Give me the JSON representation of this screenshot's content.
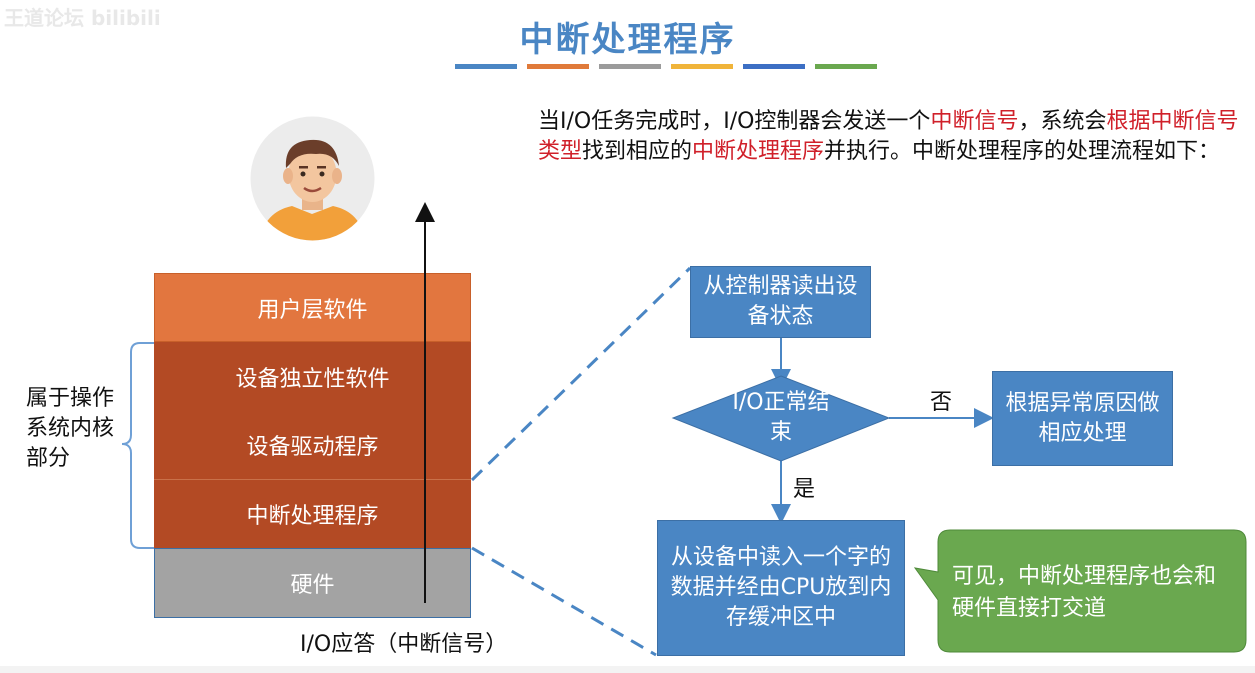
{
  "watermark": "王道论坛 bilibili",
  "title": "中断处理程序",
  "accent_bars": [
    "#4a86c4",
    "#e07a3a",
    "#9b9b9b",
    "#f0b43a",
    "#3c6fc4",
    "#6aa84f"
  ],
  "intro": {
    "p1": "当I/O任务完成时，I/O控制器会发送一个",
    "h1": "中断信号",
    "p2": "，系统会",
    "h2": "根据中断信号类型",
    "p3": "找到相应的",
    "h3": "中断处理程序",
    "p4": "并执行。中断处理程序的处理流程如下："
  },
  "layers": {
    "user": "用户层软件",
    "dev_indep": "设备独立性软件",
    "driver": "设备驱动程序",
    "interrupt": "中断处理程序",
    "hardware": "硬件"
  },
  "kernel_label": "属于操作系统内核部分",
  "io_response": "I/O应答（中断信号）",
  "flow": {
    "step1": "从控制器读出设备状态",
    "decision": "I/O正常结束",
    "no": "否",
    "yes": "是",
    "error": "根据异常原因做相应处理",
    "step2": "从设备中读入一个字的数据并经由CPU放到内存缓冲区中"
  },
  "bubble": "可见，中断处理程序也会和硬件直接打交道",
  "colors": {
    "orange": "#e2763f",
    "dark_orange": "#b34a24",
    "hardware_gray": "#a3a3a3",
    "flow_blue": "#4a86c4",
    "bubble_green": "#6aa84f",
    "highlight_red": "#d0202a"
  }
}
